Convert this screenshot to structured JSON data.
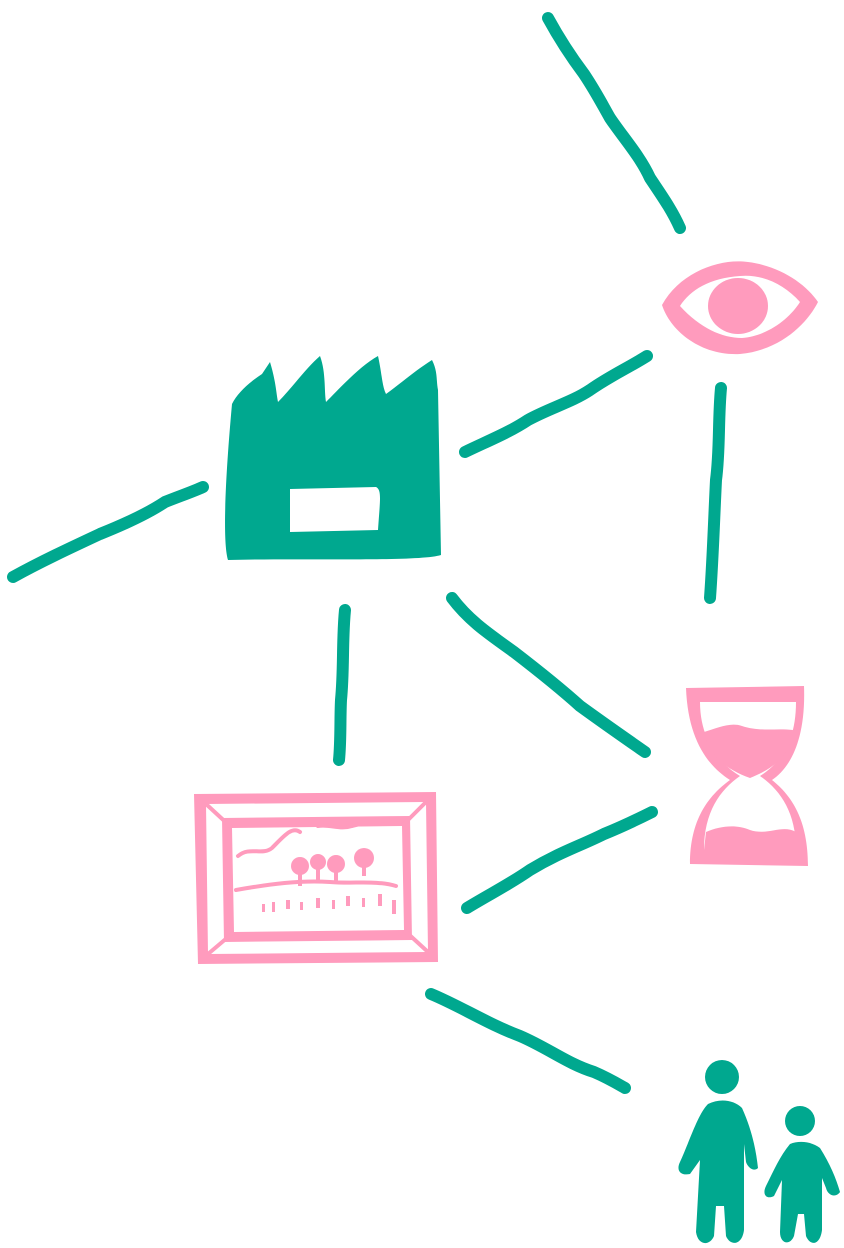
{
  "colors": {
    "teal": "#00a88f",
    "pink": "#ff9bbd",
    "background": "#ffffff"
  },
  "nodes": [
    {
      "id": "factory",
      "icon": "factory-icon",
      "color": "teal"
    },
    {
      "id": "eye",
      "icon": "eye-icon",
      "color": "pink"
    },
    {
      "id": "hourglass",
      "icon": "hourglass-icon",
      "color": "pink"
    },
    {
      "id": "framed-picture",
      "icon": "framed-landscape-icon",
      "color": "pink"
    },
    {
      "id": "people",
      "icon": "two-people-icon",
      "color": "teal"
    }
  ],
  "edges": [
    {
      "from": "eye",
      "to": "offscreen-top"
    },
    {
      "from": "factory",
      "to": "eye"
    },
    {
      "from": "factory",
      "to": "offscreen-left"
    },
    {
      "from": "eye",
      "to": "hourglass"
    },
    {
      "from": "factory",
      "to": "framed-picture"
    },
    {
      "from": "factory",
      "to": "hourglass"
    },
    {
      "from": "framed-picture",
      "to": "hourglass"
    },
    {
      "from": "framed-picture",
      "to": "people"
    }
  ]
}
